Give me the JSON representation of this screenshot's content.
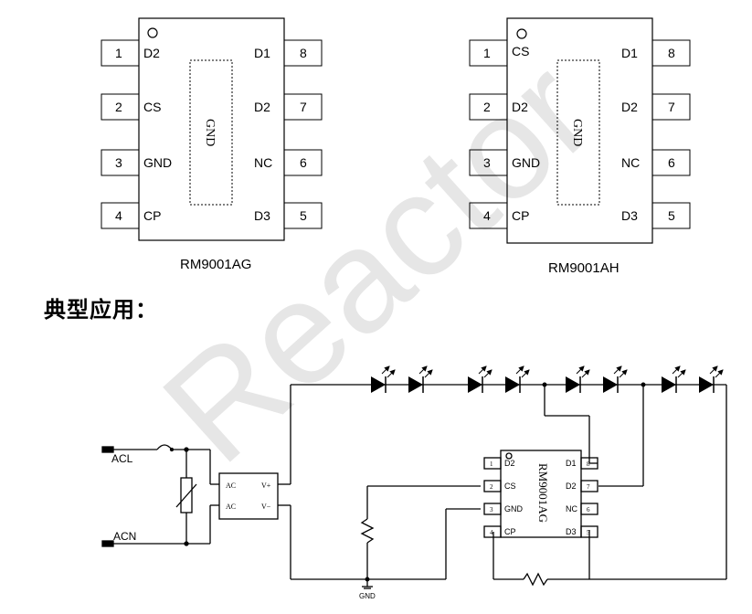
{
  "watermark": "Reactor",
  "chips": [
    {
      "name": "RM9001AG",
      "center_label": "GND",
      "left_pins": [
        {
          "num": "1",
          "name": "D2"
        },
        {
          "num": "2",
          "name": "CS"
        },
        {
          "num": "3",
          "name": "GND"
        },
        {
          "num": "4",
          "name": "CP"
        }
      ],
      "right_pins": [
        {
          "num": "8",
          "name": "D1"
        },
        {
          "num": "7",
          "name": "D2"
        },
        {
          "num": "6",
          "name": "NC"
        },
        {
          "num": "5",
          "name": "D3"
        }
      ]
    },
    {
      "name": "RM9001AH",
      "center_label": "GND",
      "left_pins": [
        {
          "num": "1",
          "name": "CS"
        },
        {
          "num": "2",
          "name": "D2"
        },
        {
          "num": "3",
          "name": "GND"
        },
        {
          "num": "4",
          "name": "CP"
        }
      ],
      "right_pins": [
        {
          "num": "8",
          "name": "D1"
        },
        {
          "num": "7",
          "name": "D2"
        },
        {
          "num": "6",
          "name": "NC"
        },
        {
          "num": "5",
          "name": "D3"
        }
      ]
    }
  ],
  "section_heading": "典型应用：",
  "circuit": {
    "acl": "ACL",
    "acn": "ACN",
    "bridge_ac1": "AC",
    "bridge_ac2": "AC",
    "bridge_vplus": "V+",
    "bridge_vminus": "V−",
    "gnd": "GND",
    "ic_name": "RM9001AG",
    "ic_left": [
      {
        "num": "1",
        "name": "D2"
      },
      {
        "num": "2",
        "name": "CS"
      },
      {
        "num": "3",
        "name": "GND"
      },
      {
        "num": "4",
        "name": "CP"
      }
    ],
    "ic_right": [
      {
        "num": "8",
        "name": "D1"
      },
      {
        "num": "7",
        "name": "D2"
      },
      {
        "num": "6",
        "name": "NC"
      },
      {
        "num": "5",
        "name": "D3"
      }
    ]
  }
}
